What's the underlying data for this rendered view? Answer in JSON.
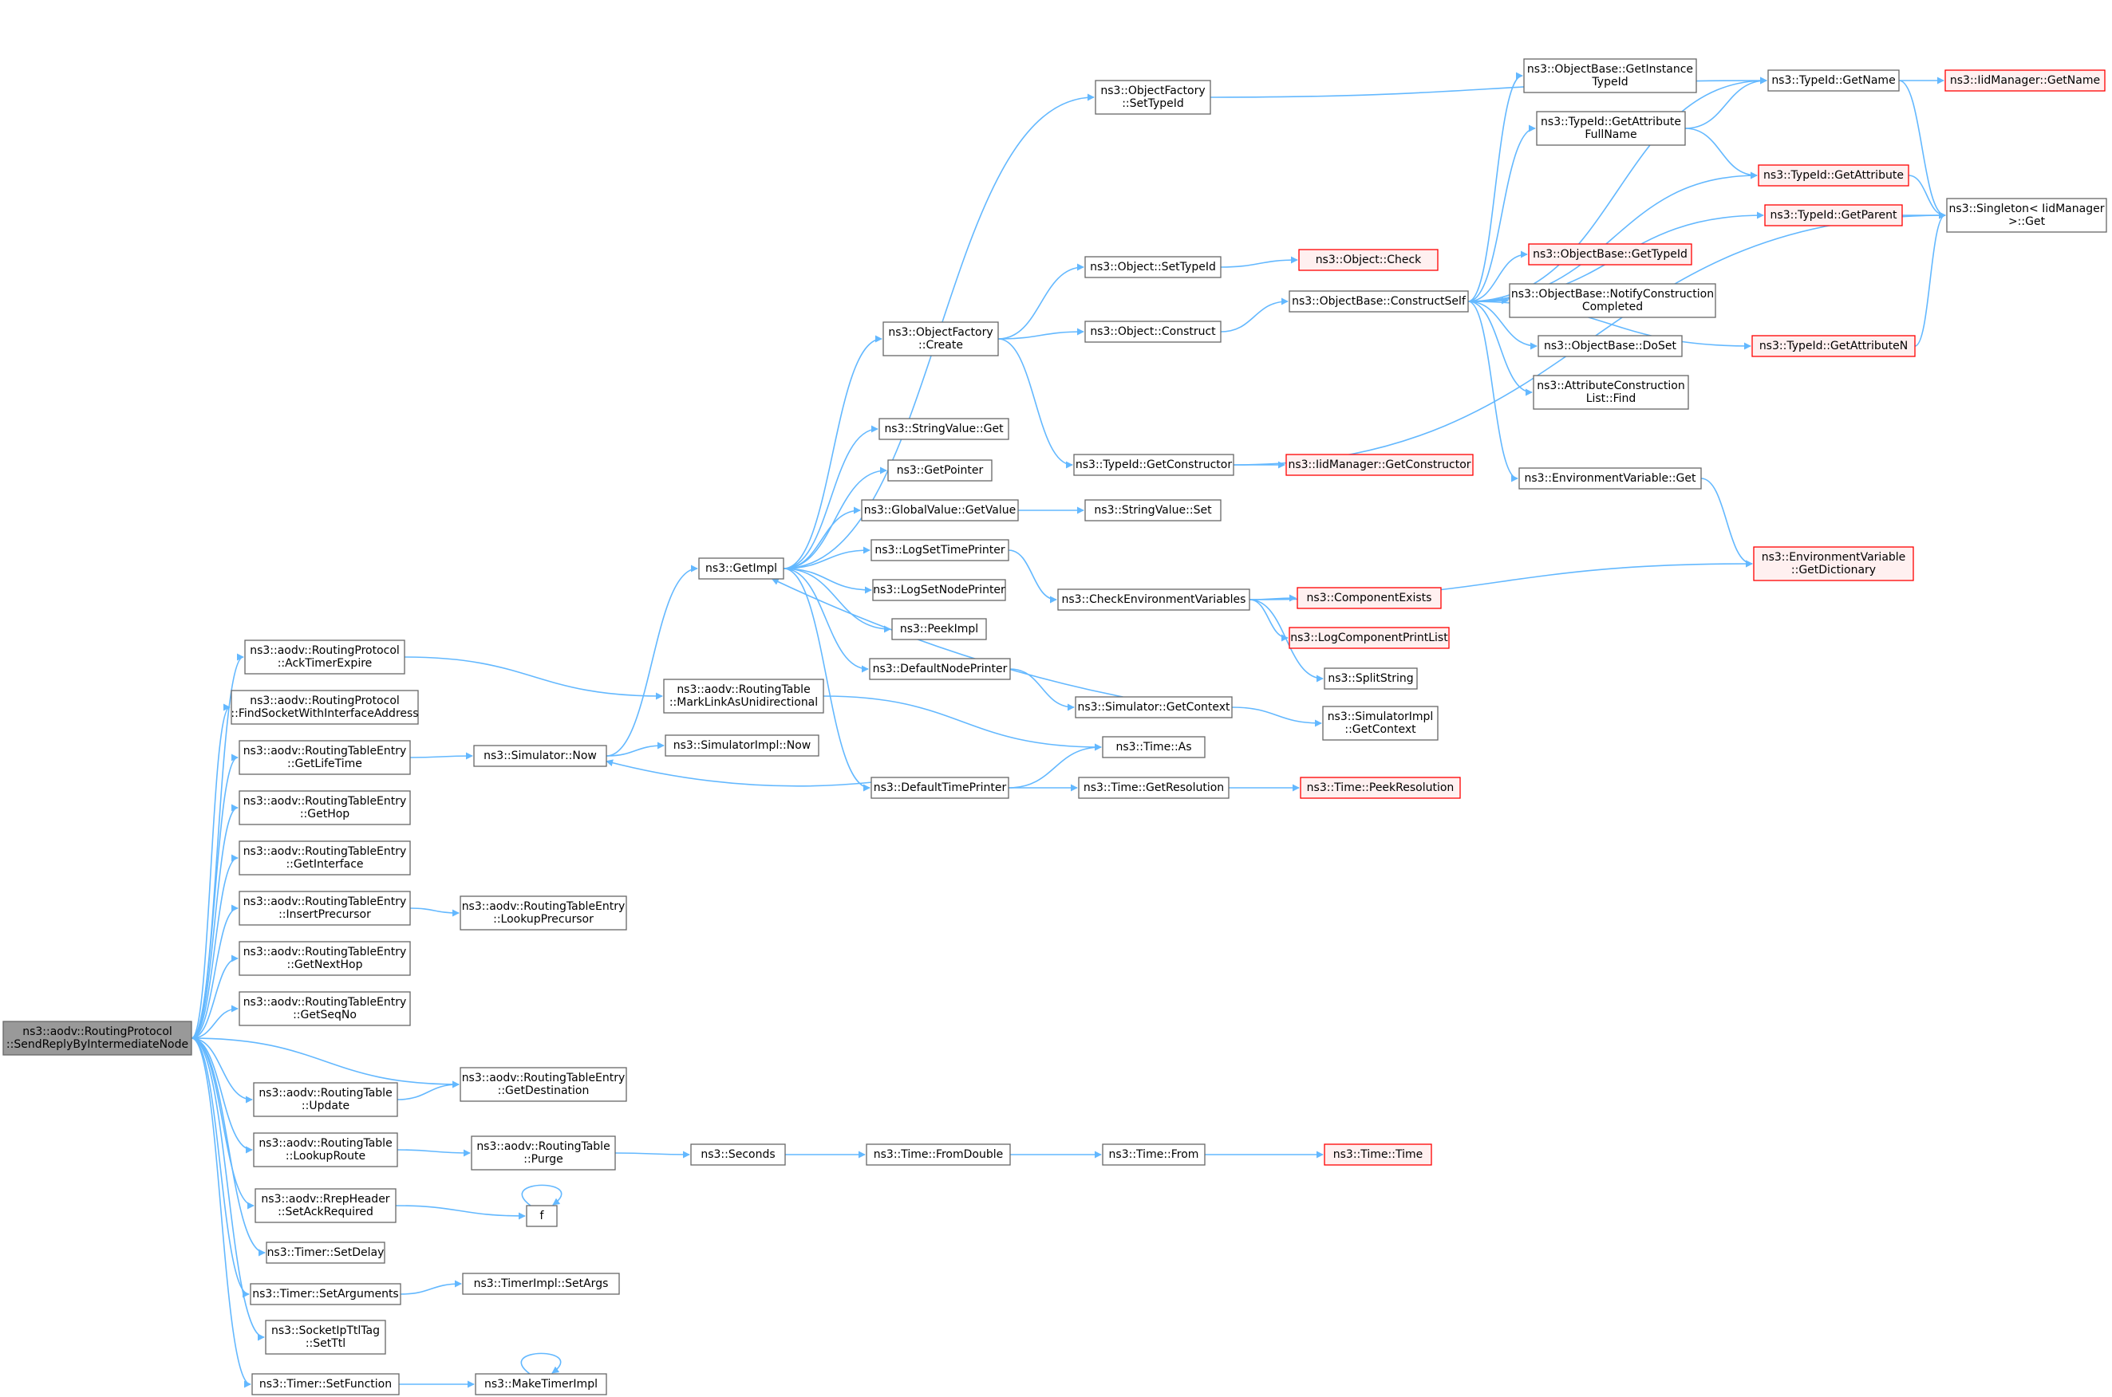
{
  "colors": {
    "edge": "#63b8ff",
    "node_border": "#666666",
    "node_fill": "#ffffff",
    "root_fill": "#999999",
    "external_border": "#ff0000",
    "external_fill": "#fff0f0"
  },
  "nodes": [
    {
      "id": "root",
      "style": "root",
      "lines": [
        "ns3::aodv::RoutingProtocol",
        "::SendReplyByIntermediateNode"
      ]
    },
    {
      "id": "ackTimerExpire",
      "style": "normal",
      "lines": [
        "ns3::aodv::RoutingProtocol",
        "::AckTimerExpire"
      ]
    },
    {
      "id": "findSocket",
      "style": "normal",
      "lines": [
        "ns3::aodv::RoutingProtocol",
        "::FindSocketWithInterfaceAddress"
      ]
    },
    {
      "id": "getLifeTime",
      "style": "normal",
      "lines": [
        "ns3::aodv::RoutingTableEntry",
        "::GetLifeTime"
      ]
    },
    {
      "id": "getHop",
      "style": "normal",
      "lines": [
        "ns3::aodv::RoutingTableEntry",
        "::GetHop"
      ]
    },
    {
      "id": "getInterface",
      "style": "normal",
      "lines": [
        "ns3::aodv::RoutingTableEntry",
        "::GetInterface"
      ]
    },
    {
      "id": "insertPrecursor",
      "style": "normal",
      "lines": [
        "ns3::aodv::RoutingTableEntry",
        "::InsertPrecursor"
      ]
    },
    {
      "id": "getNextHop",
      "style": "normal",
      "lines": [
        "ns3::aodv::RoutingTableEntry",
        "::GetNextHop"
      ]
    },
    {
      "id": "getSeqNo",
      "style": "normal",
      "lines": [
        "ns3::aodv::RoutingTableEntry",
        "::GetSeqNo"
      ]
    },
    {
      "id": "rtUpdate",
      "style": "normal",
      "lines": [
        "ns3::aodv::RoutingTable",
        "::Update"
      ]
    },
    {
      "id": "lookupRoute",
      "style": "normal",
      "lines": [
        "ns3::aodv::RoutingTable",
        "::LookupRoute"
      ]
    },
    {
      "id": "setAckRequired",
      "style": "normal",
      "lines": [
        "ns3::aodv::RrepHeader",
        "::SetAckRequired"
      ]
    },
    {
      "id": "timerSetDelay",
      "style": "normal",
      "lines": [
        "ns3::Timer::SetDelay"
      ]
    },
    {
      "id": "timerSetArguments",
      "style": "normal",
      "lines": [
        "ns3::Timer::SetArguments"
      ]
    },
    {
      "id": "socketSetTtl",
      "style": "normal",
      "lines": [
        "ns3::SocketIpTtlTag",
        "::SetTtl"
      ]
    },
    {
      "id": "timerSetFunction",
      "style": "normal",
      "lines": [
        "ns3::Timer::SetFunction"
      ]
    },
    {
      "id": "simulatorNow",
      "style": "normal",
      "lines": [
        "ns3::Simulator::Now"
      ]
    },
    {
      "id": "markLink",
      "style": "normal",
      "lines": [
        "ns3::aodv::RoutingTable",
        "::MarkLinkAsUnidirectional"
      ]
    },
    {
      "id": "lookupPrecursor",
      "style": "normal",
      "lines": [
        "ns3::aodv::RoutingTableEntry",
        "::LookupPrecursor"
      ]
    },
    {
      "id": "getDestination",
      "style": "normal",
      "lines": [
        "ns3::aodv::RoutingTableEntry",
        "::GetDestination"
      ]
    },
    {
      "id": "purge",
      "style": "normal",
      "lines": [
        "ns3::aodv::RoutingTable",
        "::Purge"
      ]
    },
    {
      "id": "f",
      "style": "normal",
      "lines": [
        "f"
      ]
    },
    {
      "id": "timerImplSetArgs",
      "style": "normal",
      "lines": [
        "ns3::TimerImpl::SetArgs"
      ]
    },
    {
      "id": "makeTimerImpl",
      "style": "normal",
      "lines": [
        "ns3::MakeTimerImpl"
      ]
    },
    {
      "id": "getImpl",
      "style": "normal",
      "lines": [
        "ns3::GetImpl"
      ]
    },
    {
      "id": "simulatorImplNow",
      "style": "normal",
      "lines": [
        "ns3::SimulatorImpl::Now"
      ]
    },
    {
      "id": "seconds",
      "style": "normal",
      "lines": [
        "ns3::Seconds"
      ]
    },
    {
      "id": "objFactorySetTypeId",
      "style": "normal",
      "lines": [
        "ns3::ObjectFactory",
        "::SetTypeId"
      ]
    },
    {
      "id": "objFactoryCreate",
      "style": "normal",
      "lines": [
        "ns3::ObjectFactory",
        "::Create"
      ]
    },
    {
      "id": "stringValueGet",
      "style": "normal",
      "lines": [
        "ns3::StringValue::Get"
      ]
    },
    {
      "id": "getPointer",
      "style": "normal",
      "lines": [
        "ns3::GetPointer"
      ]
    },
    {
      "id": "globalValueGetValue",
      "style": "normal",
      "lines": [
        "ns3::GlobalValue::GetValue"
      ]
    },
    {
      "id": "logSetTimePrinter",
      "style": "normal",
      "lines": [
        "ns3::LogSetTimePrinter"
      ]
    },
    {
      "id": "logSetNodePrinter",
      "style": "normal",
      "lines": [
        "ns3::LogSetNodePrinter"
      ]
    },
    {
      "id": "peekImpl",
      "style": "normal",
      "lines": [
        "ns3::PeekImpl"
      ]
    },
    {
      "id": "defaultNodePrinter",
      "style": "normal",
      "lines": [
        "ns3::DefaultNodePrinter"
      ]
    },
    {
      "id": "defaultTimePrinter",
      "style": "normal",
      "lines": [
        "ns3::DefaultTimePrinter"
      ]
    },
    {
      "id": "timeFromDouble",
      "style": "normal",
      "lines": [
        "ns3::Time::FromDouble"
      ]
    },
    {
      "id": "objectSetTypeId",
      "style": "normal",
      "lines": [
        "ns3::Object::SetTypeId"
      ]
    },
    {
      "id": "objectConstruct",
      "style": "normal",
      "lines": [
        "ns3::Object::Construct"
      ]
    },
    {
      "id": "typeIdGetConstructor",
      "style": "normal",
      "lines": [
        "ns3::TypeId::GetConstructor"
      ]
    },
    {
      "id": "stringValueSet",
      "style": "normal",
      "lines": [
        "ns3::StringValue::Set"
      ]
    },
    {
      "id": "checkEnvVars",
      "style": "normal",
      "lines": [
        "ns3::CheckEnvironmentVariables"
      ]
    },
    {
      "id": "simulatorGetContext",
      "style": "normal",
      "lines": [
        "ns3::Simulator::GetContext"
      ]
    },
    {
      "id": "timeAs",
      "style": "normal",
      "lines": [
        "ns3::Time::As"
      ]
    },
    {
      "id": "timeGetResolution",
      "style": "normal",
      "lines": [
        "ns3::Time::GetResolution"
      ]
    },
    {
      "id": "timeFrom",
      "style": "normal",
      "lines": [
        "ns3::Time::From"
      ]
    },
    {
      "id": "objectCheck",
      "style": "red",
      "lines": [
        "ns3::Object::Check"
      ]
    },
    {
      "id": "constructSelf",
      "style": "normal",
      "lines": [
        "ns3::ObjectBase::ConstructSelf"
      ]
    },
    {
      "id": "iidGetConstructor",
      "style": "red",
      "lines": [
        "ns3::IidManager::GetConstructor"
      ]
    },
    {
      "id": "componentExists",
      "style": "red",
      "lines": [
        "ns3::ComponentExists"
      ]
    },
    {
      "id": "logComponentPrintList",
      "style": "red",
      "lines": [
        "ns3::LogComponentPrintList"
      ]
    },
    {
      "id": "splitString",
      "style": "normal",
      "lines": [
        "ns3::SplitString"
      ]
    },
    {
      "id": "simulatorImplGetContext",
      "style": "normal",
      "lines": [
        "ns3::SimulatorImpl",
        "::GetContext"
      ]
    },
    {
      "id": "peekResolution",
      "style": "red",
      "lines": [
        "ns3::Time::PeekResolution"
      ]
    },
    {
      "id": "timeTime",
      "style": "red",
      "lines": [
        "ns3::Time::Time"
      ]
    },
    {
      "id": "getInstanceTypeId",
      "style": "normal",
      "lines": [
        "ns3::ObjectBase::GetInstance",
        "TypeId"
      ]
    },
    {
      "id": "getAttributeFullName",
      "style": "normal",
      "lines": [
        "ns3::TypeId::GetAttribute",
        "FullName"
      ]
    },
    {
      "id": "objectBaseGetTypeId",
      "style": "red",
      "lines": [
        "ns3::ObjectBase::GetTypeId"
      ]
    },
    {
      "id": "notifyConstruction",
      "style": "normal",
      "lines": [
        "ns3::ObjectBase::NotifyConstruction",
        "Completed"
      ]
    },
    {
      "id": "objectBaseDoSet",
      "style": "normal",
      "lines": [
        "ns3::ObjectBase::DoSet"
      ]
    },
    {
      "id": "attrConstructionFind",
      "style": "normal",
      "lines": [
        "ns3::AttributeConstruction",
        "List::Find"
      ]
    },
    {
      "id": "envVarGet",
      "style": "normal",
      "lines": [
        "ns3::EnvironmentVariable::Get"
      ]
    },
    {
      "id": "typeIdGetName",
      "style": "normal",
      "lines": [
        "ns3::TypeId::GetName"
      ]
    },
    {
      "id": "typeIdGetAttribute",
      "style": "red",
      "lines": [
        "ns3::TypeId::GetAttribute"
      ]
    },
    {
      "id": "typeIdGetParent",
      "style": "red",
      "lines": [
        "ns3::TypeId::GetParent"
      ]
    },
    {
      "id": "typeIdGetAttributeN",
      "style": "red",
      "lines": [
        "ns3::TypeId::GetAttributeN"
      ]
    },
    {
      "id": "envVarGetDictionary",
      "style": "red",
      "lines": [
        "ns3::EnvironmentVariable",
        "::GetDictionary"
      ]
    },
    {
      "id": "iidGetName",
      "style": "red",
      "lines": [
        "ns3::IidManager::GetName"
      ]
    },
    {
      "id": "singletonGet",
      "style": "normal",
      "lines": [
        "ns3::Singleton< IidManager",
        ">::Get"
      ]
    }
  ],
  "edges": [
    [
      "root",
      "ackTimerExpire"
    ],
    [
      "root",
      "findSocket"
    ],
    [
      "root",
      "getLifeTime"
    ],
    [
      "root",
      "getHop"
    ],
    [
      "root",
      "getInterface"
    ],
    [
      "root",
      "insertPrecursor"
    ],
    [
      "root",
      "getNextHop"
    ],
    [
      "root",
      "getSeqNo"
    ],
    [
      "root",
      "getDestination"
    ],
    [
      "root",
      "rtUpdate"
    ],
    [
      "root",
      "lookupRoute"
    ],
    [
      "root",
      "setAckRequired"
    ],
    [
      "root",
      "timerSetDelay"
    ],
    [
      "root",
      "timerSetArguments"
    ],
    [
      "root",
      "socketSetTtl"
    ],
    [
      "root",
      "timerSetFunction"
    ],
    [
      "ackTimerExpire",
      "markLink"
    ],
    [
      "getLifeTime",
      "simulatorNow"
    ],
    [
      "insertPrecursor",
      "lookupPrecursor"
    ],
    [
      "rtUpdate",
      "getDestination"
    ],
    [
      "lookupRoute",
      "purge"
    ],
    [
      "setAckRequired",
      "f"
    ],
    [
      "f",
      "f"
    ],
    [
      "timerSetArguments",
      "timerImplSetArgs"
    ],
    [
      "timerSetFunction",
      "makeTimerImpl"
    ],
    [
      "makeTimerImpl",
      "makeTimerImpl"
    ],
    [
      "simulatorNow",
      "getImpl"
    ],
    [
      "simulatorNow",
      "simulatorImplNow"
    ],
    [
      "markLink",
      "timeAs"
    ],
    [
      "purge",
      "seconds"
    ],
    [
      "getImpl",
      "objFactorySetTypeId"
    ],
    [
      "getImpl",
      "objFactoryCreate"
    ],
    [
      "getImpl",
      "stringValueGet"
    ],
    [
      "getImpl",
      "getPointer"
    ],
    [
      "getImpl",
      "globalValueGetValue"
    ],
    [
      "getImpl",
      "logSetTimePrinter"
    ],
    [
      "getImpl",
      "logSetNodePrinter"
    ],
    [
      "getImpl",
      "peekImpl"
    ],
    [
      "getImpl",
      "defaultNodePrinter"
    ],
    [
      "getImpl",
      "defaultTimePrinter"
    ],
    [
      "seconds",
      "timeFromDouble"
    ],
    [
      "objFactorySetTypeId",
      "typeIdGetName"
    ],
    [
      "objFactoryCreate",
      "objectSetTypeId"
    ],
    [
      "objFactoryCreate",
      "objectConstruct"
    ],
    [
      "objFactoryCreate",
      "typeIdGetConstructor"
    ],
    [
      "globalValueGetValue",
      "stringValueSet"
    ],
    [
      "logSetTimePrinter",
      "checkEnvVars"
    ],
    [
      "defaultNodePrinter",
      "simulatorGetContext"
    ],
    [
      "simulatorGetContext",
      "getImpl"
    ],
    [
      "simulatorGetContext",
      "simulatorImplGetContext"
    ],
    [
      "defaultTimePrinter",
      "simulatorNow"
    ],
    [
      "defaultTimePrinter",
      "timeAs"
    ],
    [
      "defaultTimePrinter",
      "timeGetResolution"
    ],
    [
      "timeFromDouble",
      "timeFrom"
    ],
    [
      "timeFrom",
      "timeTime"
    ],
    [
      "timeGetResolution",
      "peekResolution"
    ],
    [
      "objectSetTypeId",
      "objectCheck"
    ],
    [
      "objectConstruct",
      "constructSelf"
    ],
    [
      "typeIdGetConstructor",
      "iidGetConstructor"
    ],
    [
      "typeIdGetConstructor",
      "singletonGet"
    ],
    [
      "checkEnvVars",
      "envVarGetDictionary"
    ],
    [
      "checkEnvVars",
      "componentExists"
    ],
    [
      "checkEnvVars",
      "logComponentPrintList"
    ],
    [
      "checkEnvVars",
      "splitString"
    ],
    [
      "constructSelf",
      "getInstanceTypeId"
    ],
    [
      "constructSelf",
      "getAttributeFullName"
    ],
    [
      "constructSelf",
      "typeIdGetName"
    ],
    [
      "constructSelf",
      "typeIdGetAttribute"
    ],
    [
      "constructSelf",
      "typeIdGetParent"
    ],
    [
      "constructSelf",
      "objectBaseGetTypeId"
    ],
    [
      "constructSelf",
      "notifyConstruction"
    ],
    [
      "constructSelf",
      "objectBaseDoSet"
    ],
    [
      "constructSelf",
      "attrConstructionFind"
    ],
    [
      "constructSelf",
      "typeIdGetAttributeN"
    ],
    [
      "constructSelf",
      "envVarGet"
    ],
    [
      "envVarGet",
      "envVarGetDictionary"
    ],
    [
      "getAttributeFullName",
      "typeIdGetName"
    ],
    [
      "getAttributeFullName",
      "typeIdGetAttribute"
    ],
    [
      "typeIdGetName",
      "iidGetName"
    ],
    [
      "typeIdGetName",
      "singletonGet"
    ],
    [
      "typeIdGetAttribute",
      "singletonGet"
    ],
    [
      "typeIdGetParent",
      "singletonGet"
    ],
    [
      "typeIdGetAttributeN",
      "singletonGet"
    ]
  ]
}
